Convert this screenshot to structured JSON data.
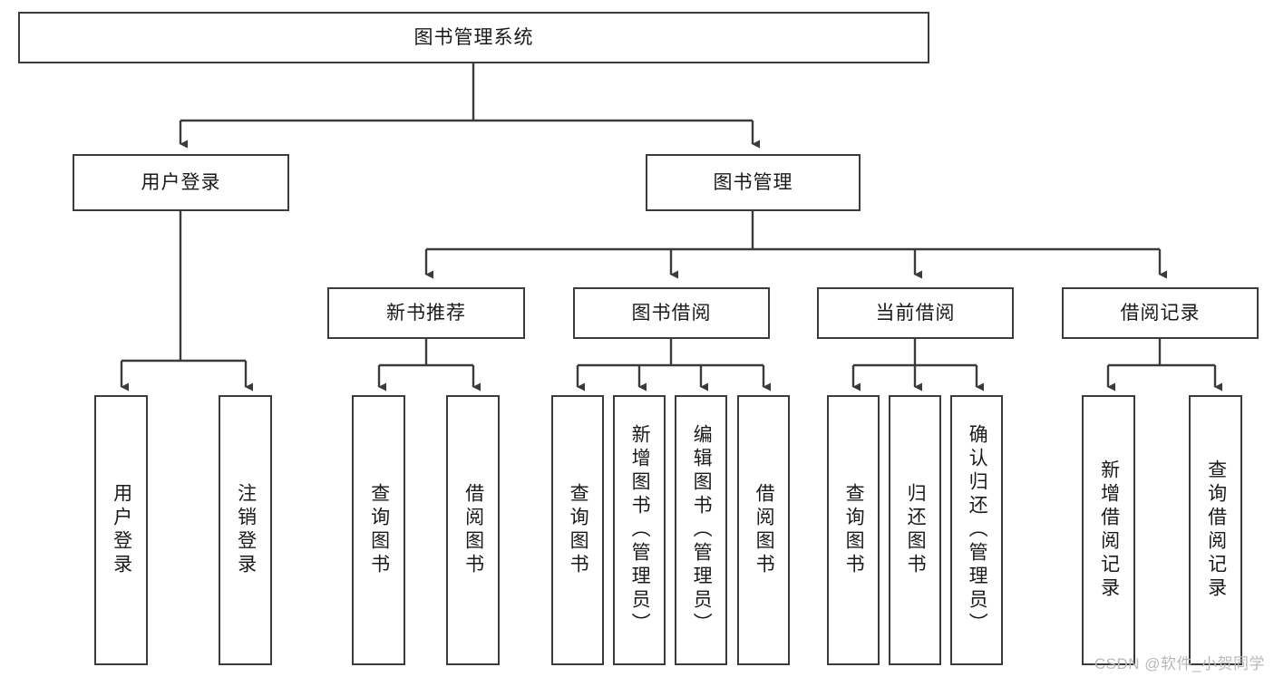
{
  "diagram": {
    "title": "图书管理系统",
    "type": "tree",
    "watermark": "CSDN @软件_小贺同学",
    "colors": {
      "box_border": "#3b3b3b",
      "box_fill": "#ffffff",
      "connector": "#3b3b3b",
      "text": "#1a1a1a",
      "watermark": "#b9b9b9",
      "background": "#ffffff"
    },
    "levels": {
      "root": {
        "label": "图书管理系统"
      },
      "level2": [
        {
          "label": "用户登录"
        },
        {
          "label": "图书管理"
        }
      ],
      "level3": [
        {
          "label": "新书推荐"
        },
        {
          "label": "图书借阅"
        },
        {
          "label": "当前借阅"
        },
        {
          "label": "借阅记录"
        }
      ],
      "leaves": {
        "user_login": [
          {
            "label": "用户登录"
          },
          {
            "label": "注销登录"
          }
        ],
        "new_book_recommend": [
          {
            "label": "查询图书"
          },
          {
            "label": "借阅图书"
          }
        ],
        "book_borrow": [
          {
            "label": "查询图书"
          },
          {
            "label": "新增图书（管理员）"
          },
          {
            "label": "编辑图书（管理员）"
          },
          {
            "label": "借阅图书"
          }
        ],
        "current_borrow": [
          {
            "label": "查询图书"
          },
          {
            "label": "归还图书"
          },
          {
            "label": "确认归还（管理员）"
          }
        ],
        "borrow_record": [
          {
            "label": "新增借阅记录"
          },
          {
            "label": "查询借阅记录"
          }
        ]
      }
    }
  }
}
